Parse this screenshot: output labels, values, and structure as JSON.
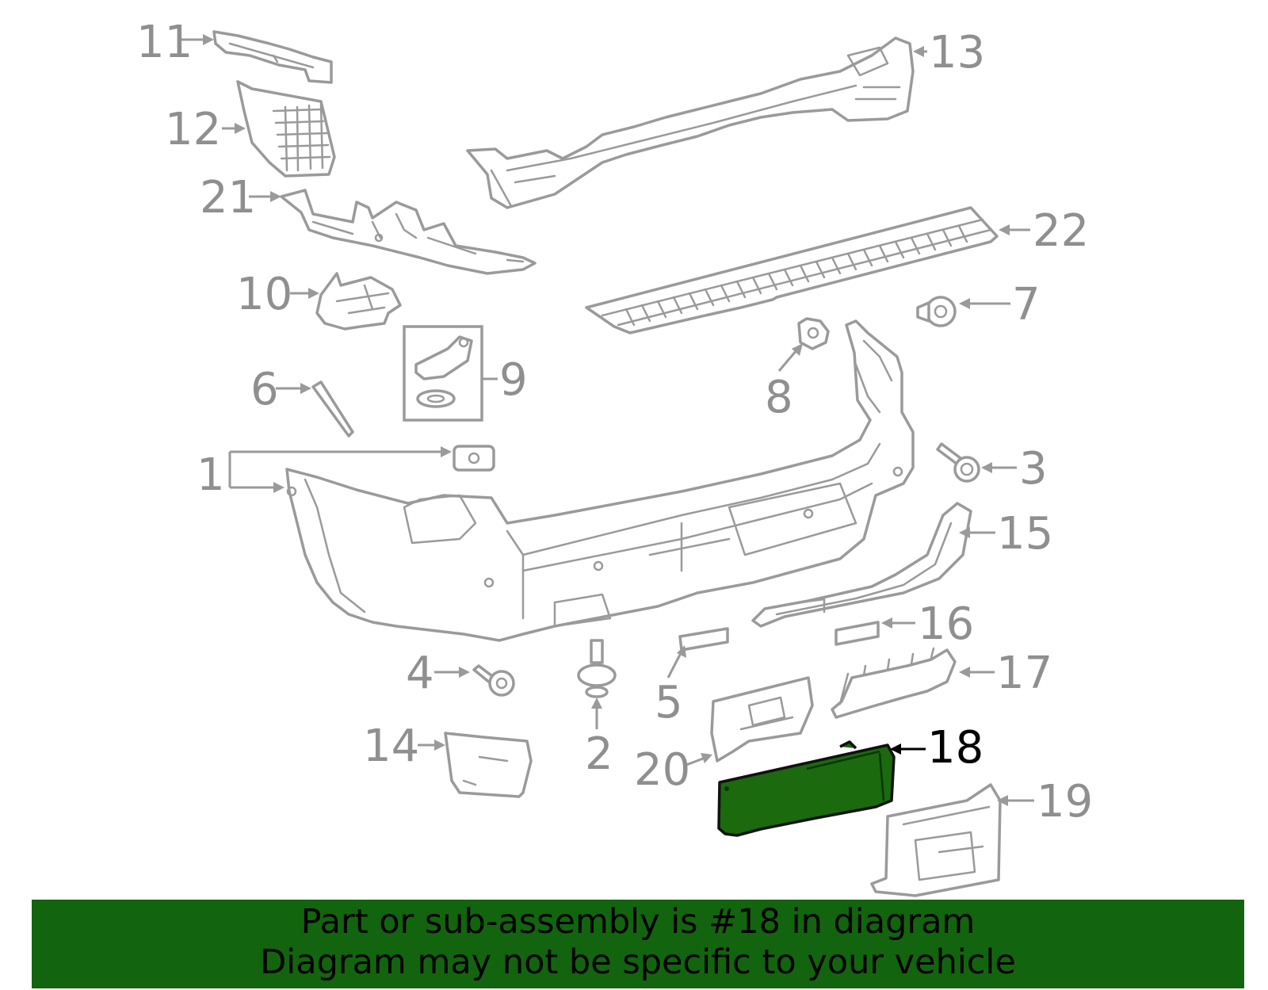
{
  "callouts": {
    "c1": "1",
    "c2": "2",
    "c3": "3",
    "c4": "4",
    "c5": "5",
    "c6": "6",
    "c7": "7",
    "c8": "8",
    "c9": "9",
    "c10": "10",
    "c11": "11",
    "c12": "12",
    "c13": "13",
    "c14": "14",
    "c15": "15",
    "c16": "16",
    "c17": "17",
    "c18": "18",
    "c19": "19",
    "c20": "20",
    "c21": "21",
    "c22": "22"
  },
  "highlighted_part": "18",
  "colors": {
    "highlight": "#1b6a0e",
    "banner": "#13640e",
    "lines": "#9a9a9a"
  },
  "banner": {
    "line1": "Part or sub-assembly is #18 in diagram",
    "line2": "Diagram may not be specific to your vehicle"
  }
}
